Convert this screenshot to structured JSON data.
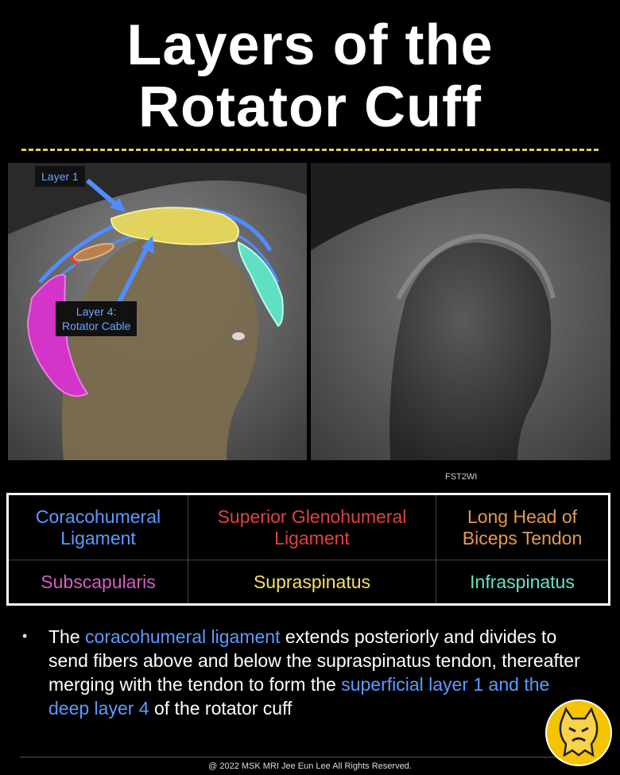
{
  "title": {
    "line1": "Layers of the",
    "line2": "Rotator Cuff"
  },
  "colors": {
    "accent_dash": "#e8cf52",
    "coracohumeral": "#5c9bff",
    "sgh": "#e0433a",
    "biceps": "#e39a4f",
    "subscapularis": "#d35fc4",
    "supraspinatus": "#f1e06a",
    "infraspinatus": "#6fe0c7"
  },
  "left_image": {
    "tag_layer1": "Layer 1",
    "tag_layer4_line1": "Layer 4:",
    "tag_layer4_line2": "Rotator Cable"
  },
  "right_image": {
    "sequence_label": "FST2WI"
  },
  "legend": {
    "row1": [
      {
        "line1": "Coracohumeral",
        "line2": "Ligament"
      },
      {
        "line1": "Superior Glenohumeral",
        "line2": "Ligament"
      },
      {
        "line1": "Long Head of",
        "line2": "Biceps Tendon"
      }
    ],
    "row2": [
      "Subscapularis",
      "Supraspinatus",
      "Infraspinatus"
    ]
  },
  "bullet": {
    "marker": "•",
    "t1": "The ",
    "h1": "coracohumeral ligament",
    "t2": " extends posteriorly and divides to send fibers above and below the supraspinatus tendon, thereafter merging with the tendon to form the ",
    "h2": "superficial layer 1 and the deep layer 4",
    "t3": " of the rotator cuff"
  },
  "footer": "@ 2022 MSK MRI Jee Eun Lee All Rights Reserved."
}
